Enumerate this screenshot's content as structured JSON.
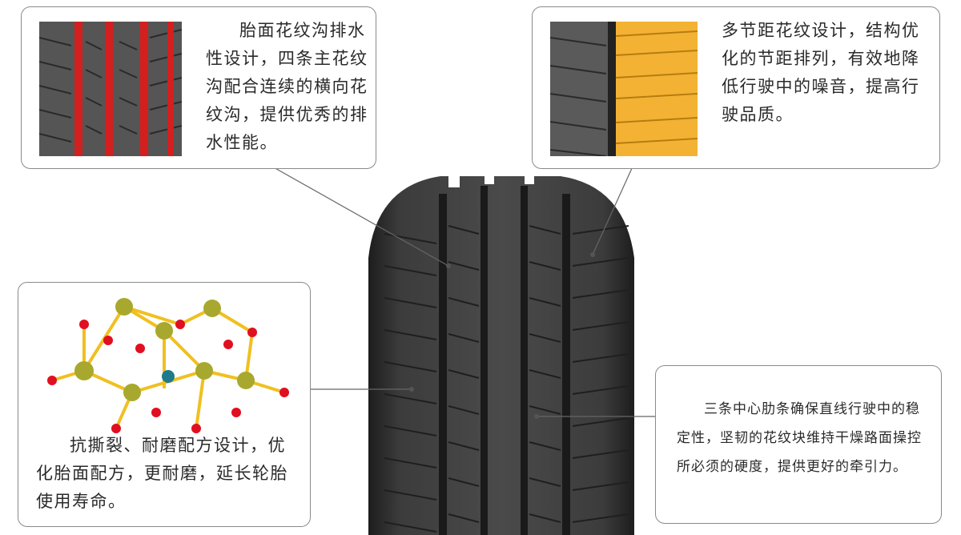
{
  "callouts": {
    "drainage": {
      "text": "胎面花纹沟排水性设计，四条主花纹沟配合连续的横向花纹沟，提供优秀的排水性能。",
      "icon": "red-groove-tread-icon"
    },
    "pitch": {
      "text": "多节距花纹设计，结构优化的节距排列，有效地降低行驶中的噪音，提高行驶品质。",
      "icon": "variable-pitch-tread-icon"
    },
    "compound": {
      "text": "抗撕裂、耐磨配方设计，优化胎面配方，更耐磨，延长轮胎使用寿命。",
      "icon": "molecule-structure-icon"
    },
    "ribs": {
      "text": "三条中心肋条确保直线行驶中的稳定性，坚韧的花纹块维持干燥路面操控所必须的硬度，提供更好的牵引力。"
    }
  },
  "colors": {
    "groove_red": "#d41f1f",
    "pitch_orange": "#f3b233",
    "atom_red": "#e01020",
    "atom_olive": "#a8a82e",
    "bond_yellow": "#f0c020",
    "tire_dark": "#2b2b2b"
  }
}
